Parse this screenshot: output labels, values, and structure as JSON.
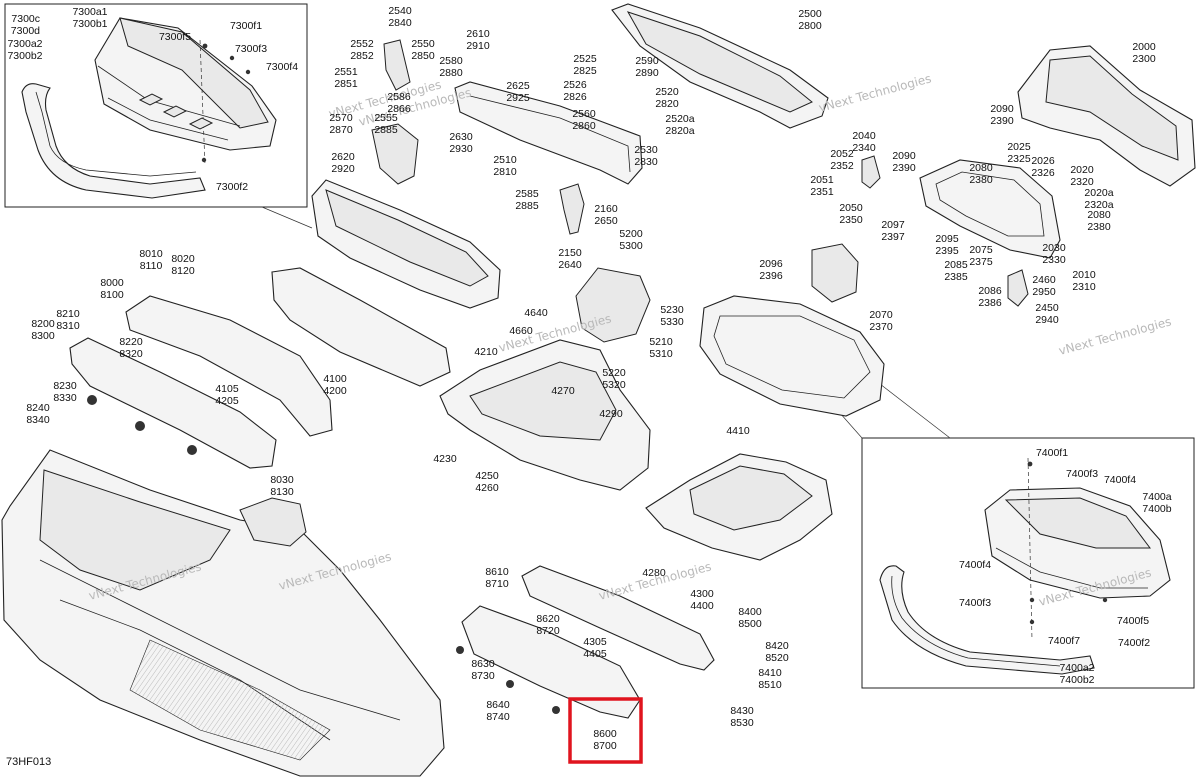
{
  "diagram": {
    "code": "73HF013",
    "watermark": "vNext Technologies",
    "highlight_color": "#e0141e",
    "callouts": [
      {
        "id": "7300c",
        "lines": [
          "7300c",
          "7300d"
        ]
      },
      {
        "id": "7300a1",
        "lines": [
          "7300a1",
          "7300b1"
        ]
      },
      {
        "id": "7300f5",
        "lines": [
          "7300f5"
        ]
      },
      {
        "id": "7300f1",
        "lines": [
          "7300f1"
        ]
      },
      {
        "id": "7300f3",
        "lines": [
          "7300f3"
        ]
      },
      {
        "id": "7300f4",
        "lines": [
          "7300f4"
        ]
      },
      {
        "id": "7300a2",
        "lines": [
          "7300a2",
          "7300b2"
        ]
      },
      {
        "id": "7300f2",
        "lines": [
          "7300f2"
        ]
      },
      {
        "id": "2540",
        "lines": [
          "2540",
          "2840"
        ]
      },
      {
        "id": "2552",
        "lines": [
          "2552",
          "2852"
        ]
      },
      {
        "id": "2550",
        "lines": [
          "2550",
          "2850"
        ]
      },
      {
        "id": "2551",
        "lines": [
          "2551",
          "2851"
        ]
      },
      {
        "id": "2586",
        "lines": [
          "2586",
          "2866"
        ]
      },
      {
        "id": "2570",
        "lines": [
          "2570",
          "2870"
        ]
      },
      {
        "id": "2555",
        "lines": [
          "2555",
          "2885"
        ]
      },
      {
        "id": "2620",
        "lines": [
          "2620",
          "2920"
        ]
      },
      {
        "id": "2610",
        "lines": [
          "2610",
          "2910"
        ]
      },
      {
        "id": "2580",
        "lines": [
          "2580",
          "2880"
        ]
      },
      {
        "id": "2625",
        "lines": [
          "2625",
          "2925"
        ]
      },
      {
        "id": "2630",
        "lines": [
          "2630",
          "2930"
        ]
      },
      {
        "id": "2510",
        "lines": [
          "2510",
          "2810"
        ]
      },
      {
        "id": "2560",
        "lines": [
          "2560",
          "2860"
        ]
      },
      {
        "id": "2525",
        "lines": [
          "2525",
          "2825"
        ]
      },
      {
        "id": "2526",
        "lines": [
          "2526",
          "2826"
        ]
      },
      {
        "id": "2520",
        "lines": [
          "2520",
          "2820"
        ]
      },
      {
        "id": "2520a",
        "lines": [
          "2520a",
          "2820a"
        ]
      },
      {
        "id": "2530",
        "lines": [
          "2530",
          "2830"
        ]
      },
      {
        "id": "2585",
        "lines": [
          "2585",
          "2885"
        ]
      },
      {
        "id": "2160",
        "lines": [
          "2160",
          "2650"
        ]
      },
      {
        "id": "2150",
        "lines": [
          "2150",
          "2640"
        ]
      },
      {
        "id": "2590",
        "lines": [
          "2590",
          "2890"
        ]
      },
      {
        "id": "2500",
        "lines": [
          "2500",
          "2800"
        ]
      },
      {
        "id": "2000",
        "lines": [
          "2000",
          "2300"
        ]
      },
      {
        "id": "2090a",
        "lines": [
          "2090",
          "2390"
        ]
      },
      {
        "id": "2040",
        "lines": [
          "2040",
          "2340"
        ]
      },
      {
        "id": "2052",
        "lines": [
          "2052",
          "2352"
        ]
      },
      {
        "id": "2090b",
        "lines": [
          "2090",
          "2390"
        ]
      },
      {
        "id": "2025",
        "lines": [
          "2025",
          "2325"
        ]
      },
      {
        "id": "2080a",
        "lines": [
          "2080",
          "2380"
        ]
      },
      {
        "id": "2026",
        "lines": [
          "2026",
          "2326"
        ]
      },
      {
        "id": "2020",
        "lines": [
          "2020",
          "2320"
        ]
      },
      {
        "id": "2051",
        "lines": [
          "2051",
          "2351"
        ]
      },
      {
        "id": "2020a",
        "lines": [
          "2020a",
          "2320a"
        ]
      },
      {
        "id": "2050",
        "lines": [
          "2050",
          "2350"
        ]
      },
      {
        "id": "2097",
        "lines": [
          "2097",
          "2397"
        ]
      },
      {
        "id": "2080b",
        "lines": [
          "2080",
          "2380"
        ]
      },
      {
        "id": "2095",
        "lines": [
          "2095",
          "2395"
        ]
      },
      {
        "id": "2030",
        "lines": [
          "2030",
          "2330"
        ]
      },
      {
        "id": "2075",
        "lines": [
          "2075",
          "2375"
        ]
      },
      {
        "id": "2096",
        "lines": [
          "2096",
          "2396"
        ]
      },
      {
        "id": "2085",
        "lines": [
          "2085",
          "2385"
        ]
      },
      {
        "id": "2010",
        "lines": [
          "2010",
          "2310"
        ]
      },
      {
        "id": "2460",
        "lines": [
          "2460",
          "2950"
        ]
      },
      {
        "id": "2086",
        "lines": [
          "2086",
          "2386"
        ]
      },
      {
        "id": "2450",
        "lines": [
          "2450",
          "2940"
        ]
      },
      {
        "id": "2070",
        "lines": [
          "2070",
          "2370"
        ]
      },
      {
        "id": "5200",
        "lines": [
          "5200",
          "5300"
        ]
      },
      {
        "id": "5230",
        "lines": [
          "5230",
          "5330"
        ]
      },
      {
        "id": "4640",
        "lines": [
          "4640"
        ]
      },
      {
        "id": "4660",
        "lines": [
          "4660"
        ]
      },
      {
        "id": "5210",
        "lines": [
          "5210",
          "5310"
        ]
      },
      {
        "id": "5220",
        "lines": [
          "5220",
          "5320"
        ]
      },
      {
        "id": "4270",
        "lines": [
          "4270"
        ]
      },
      {
        "id": "4290",
        "lines": [
          "4290"
        ]
      },
      {
        "id": "8010",
        "lines": [
          "8010",
          "8110"
        ]
      },
      {
        "id": "8020",
        "lines": [
          "8020",
          "8120"
        ]
      },
      {
        "id": "8000",
        "lines": [
          "8000",
          "8100"
        ]
      },
      {
        "id": "8210",
        "lines": [
          "8210",
          "8310"
        ]
      },
      {
        "id": "8200",
        "lines": [
          "8200",
          "8300"
        ]
      },
      {
        "id": "8220",
        "lines": [
          "8220",
          "8320"
        ]
      },
      {
        "id": "4210",
        "lines": [
          "4210"
        ]
      },
      {
        "id": "4100",
        "lines": [
          "4100",
          "4200"
        ]
      },
      {
        "id": "4105",
        "lines": [
          "4105",
          "4205"
        ]
      },
      {
        "id": "8230",
        "lines": [
          "8230",
          "8330"
        ]
      },
      {
        "id": "8240",
        "lines": [
          "8240",
          "8340"
        ]
      },
      {
        "id": "4230",
        "lines": [
          "4230"
        ]
      },
      {
        "id": "4250",
        "lines": [
          "4250",
          "4260"
        ]
      },
      {
        "id": "8030",
        "lines": [
          "8030",
          "8130"
        ]
      },
      {
        "id": "4410",
        "lines": [
          "4410"
        ]
      },
      {
        "id": "4280",
        "lines": [
          "4280"
        ]
      },
      {
        "id": "4300",
        "lines": [
          "4300",
          "4400"
        ]
      },
      {
        "id": "7400f1",
        "lines": [
          "7400f1"
        ]
      },
      {
        "id": "7400f3a",
        "lines": [
          "7400f3"
        ]
      },
      {
        "id": "7400f4a",
        "lines": [
          "7400f4"
        ]
      },
      {
        "id": "7400a",
        "lines": [
          "7400a",
          "7400b"
        ]
      },
      {
        "id": "7400f4b",
        "lines": [
          "7400f4"
        ]
      },
      {
        "id": "7400f3b",
        "lines": [
          "7400f3"
        ]
      },
      {
        "id": "7400f5",
        "lines": [
          "7400f5"
        ]
      },
      {
        "id": "7400f7",
        "lines": [
          "7400f7"
        ]
      },
      {
        "id": "7400f2",
        "lines": [
          "7400f2"
        ]
      },
      {
        "id": "7400a2",
        "lines": [
          "7400a2",
          "7400b2"
        ]
      },
      {
        "id": "8610",
        "lines": [
          "8610",
          "8710"
        ]
      },
      {
        "id": "8620",
        "lines": [
          "8620",
          "8720"
        ]
      },
      {
        "id": "4305",
        "lines": [
          "4305",
          "4405"
        ]
      },
      {
        "id": "8400",
        "lines": [
          "8400",
          "8500"
        ]
      },
      {
        "id": "8420",
        "lines": [
          "8420",
          "8520"
        ]
      },
      {
        "id": "8410",
        "lines": [
          "8410",
          "8510"
        ]
      },
      {
        "id": "8630",
        "lines": [
          "8630",
          "8730"
        ]
      },
      {
        "id": "8640",
        "lines": [
          "8640",
          "8740"
        ]
      },
      {
        "id": "8430",
        "lines": [
          "8430",
          "8530"
        ]
      },
      {
        "id": "8600",
        "lines": [
          "8600",
          "8700"
        ]
      }
    ]
  }
}
